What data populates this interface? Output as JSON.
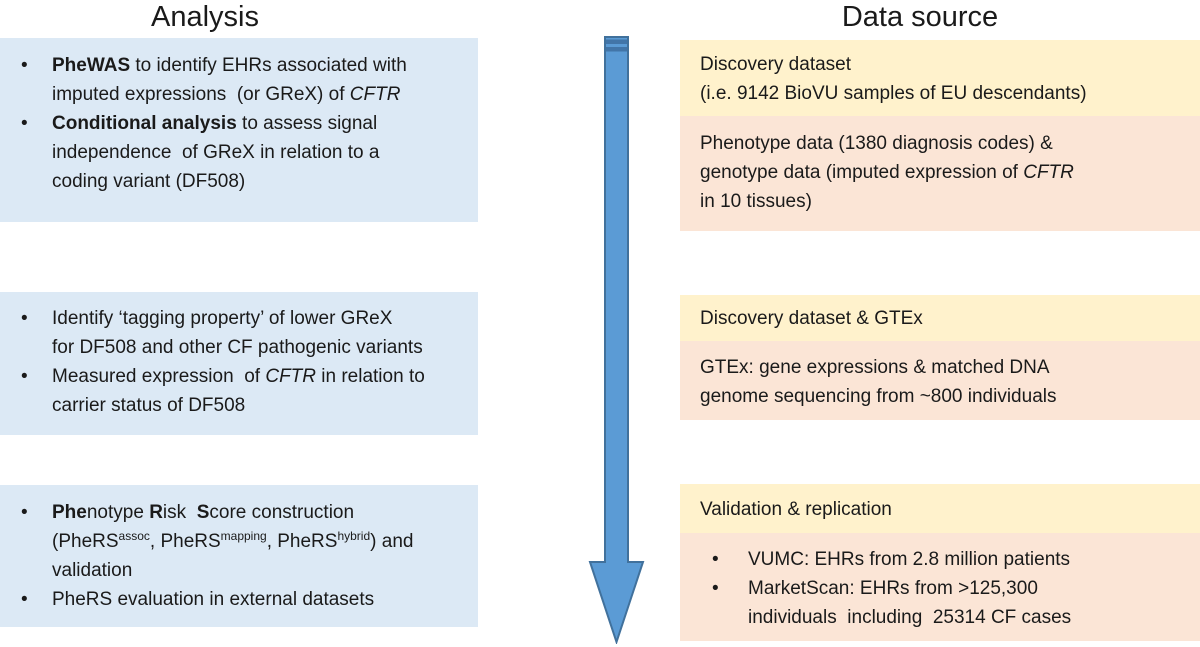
{
  "colors": {
    "analysis_box": "#dce9f5",
    "source_header_box": "#fff2cc",
    "source_body_box": "#fbe5d6",
    "arrow_fill": "#5b9bd5",
    "arrow_stroke": "#41719c",
    "arrow_stripe": "#3e6fa0",
    "text": "#1a1a1a"
  },
  "analysis_column": {
    "title": "Analysis",
    "boxes": [
      {
        "bullets": [
          {
            "segments": [
              {
                "text": "PheWAS",
                "bold": true
              },
              {
                "text": " to identify EHRs associated with\nimputed expressions  (or GReX) of "
              },
              {
                "text": "CFTR",
                "italic": true
              }
            ]
          },
          {
            "segments": [
              {
                "text": "Conditional analysis",
                "bold": true
              },
              {
                "text": " to assess signal\nindependence  of GReX in relation to a\ncoding variant (DF508)"
              }
            ]
          }
        ]
      },
      {
        "bullets": [
          {
            "segments": [
              {
                "text": "Identify ‘tagging property’ of lower GReX\nfor DF508 and other CF pathogenic variants"
              }
            ]
          },
          {
            "segments": [
              {
                "text": "Measured expression  of "
              },
              {
                "text": "CFTR",
                "italic": true
              },
              {
                "text": " in relation to\ncarrier status of DF508"
              }
            ]
          }
        ]
      },
      {
        "bullets": [
          {
            "segments": [
              {
                "text": "Phe",
                "bold": true
              },
              {
                "text": "notype "
              },
              {
                "text": "R",
                "bold": true
              },
              {
                "text": "isk  "
              },
              {
                "text": "S",
                "bold": true
              },
              {
                "text": "core construction\n(PheRS"
              },
              {
                "text": "assoc",
                "sup": true
              },
              {
                "text": ", PheRS"
              },
              {
                "text": "mapping",
                "sup": true
              },
              {
                "text": ", PheRS"
              },
              {
                "text": "hybrid",
                "sup": true
              },
              {
                "text": ") and\nvalidation"
              }
            ]
          },
          {
            "segments": [
              {
                "text": "PheRS evaluation in external datasets"
              }
            ]
          }
        ]
      }
    ]
  },
  "data_source_column": {
    "title": "Data source",
    "sections": [
      {
        "header": "Discovery dataset\n(i.e. 9142 BioVU samples of EU descendants)",
        "body": {
          "segments": [
            {
              "text": "Phenotype data (1380 diagnosis codes) &\ngenotype data (imputed expression of "
            },
            {
              "text": "CFTR",
              "italic": true
            },
            {
              "text": "\nin 10 tissues)"
            }
          ]
        }
      },
      {
        "header": "Discovery dataset & GTEx",
        "body": {
          "segments": [
            {
              "text": "GTEx: gene expressions & matched DNA\ngenome sequencing from ~800 individuals"
            }
          ]
        }
      },
      {
        "header": "Validation  & replication",
        "bullets": [
          {
            "segments": [
              {
                "text": "VUMC: EHRs from 2.8 million patients"
              }
            ]
          },
          {
            "segments": [
              {
                "text": "MarketScan: EHRs from >125,300\nindividuals  including  25314 CF cases"
              }
            ]
          }
        ]
      }
    ]
  }
}
